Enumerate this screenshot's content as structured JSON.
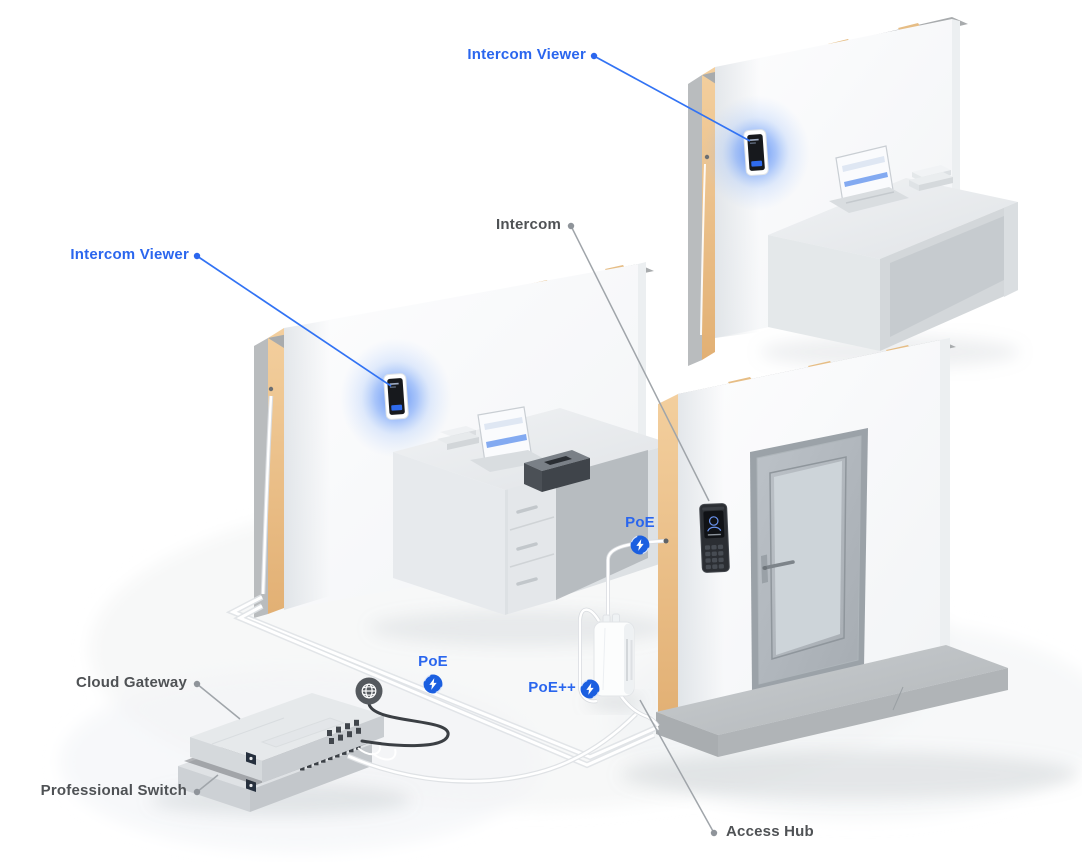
{
  "annotations": {
    "intercom_viewer_top": {
      "label": "Intercom Viewer"
    },
    "intercom_viewer_left": {
      "label": "Intercom Viewer"
    },
    "intercom": {
      "label": "Intercom"
    },
    "poe_desk": {
      "label": "PoE"
    },
    "poe_floor": {
      "label": "PoE"
    },
    "poe_plus_plus": {
      "label": "PoE++"
    },
    "access_hub": {
      "label": "Access Hub"
    },
    "cloud_gateway": {
      "label": "Cloud Gateway"
    },
    "professional_switch": {
      "label": "Professional Switch"
    }
  },
  "icons": {
    "poe_badge": "lightning-bolt-icon",
    "internet": "globe-icon"
  },
  "colors": {
    "accent_blue": "#2a66ee",
    "badge_blue": "#1b5fe0",
    "label_gray": "#4f5255",
    "leader_gray": "#a0a5aa",
    "glow_blue": "#4c86f5",
    "wood_tan": "#eac289",
    "concrete_gray": "#b4b8bb"
  }
}
